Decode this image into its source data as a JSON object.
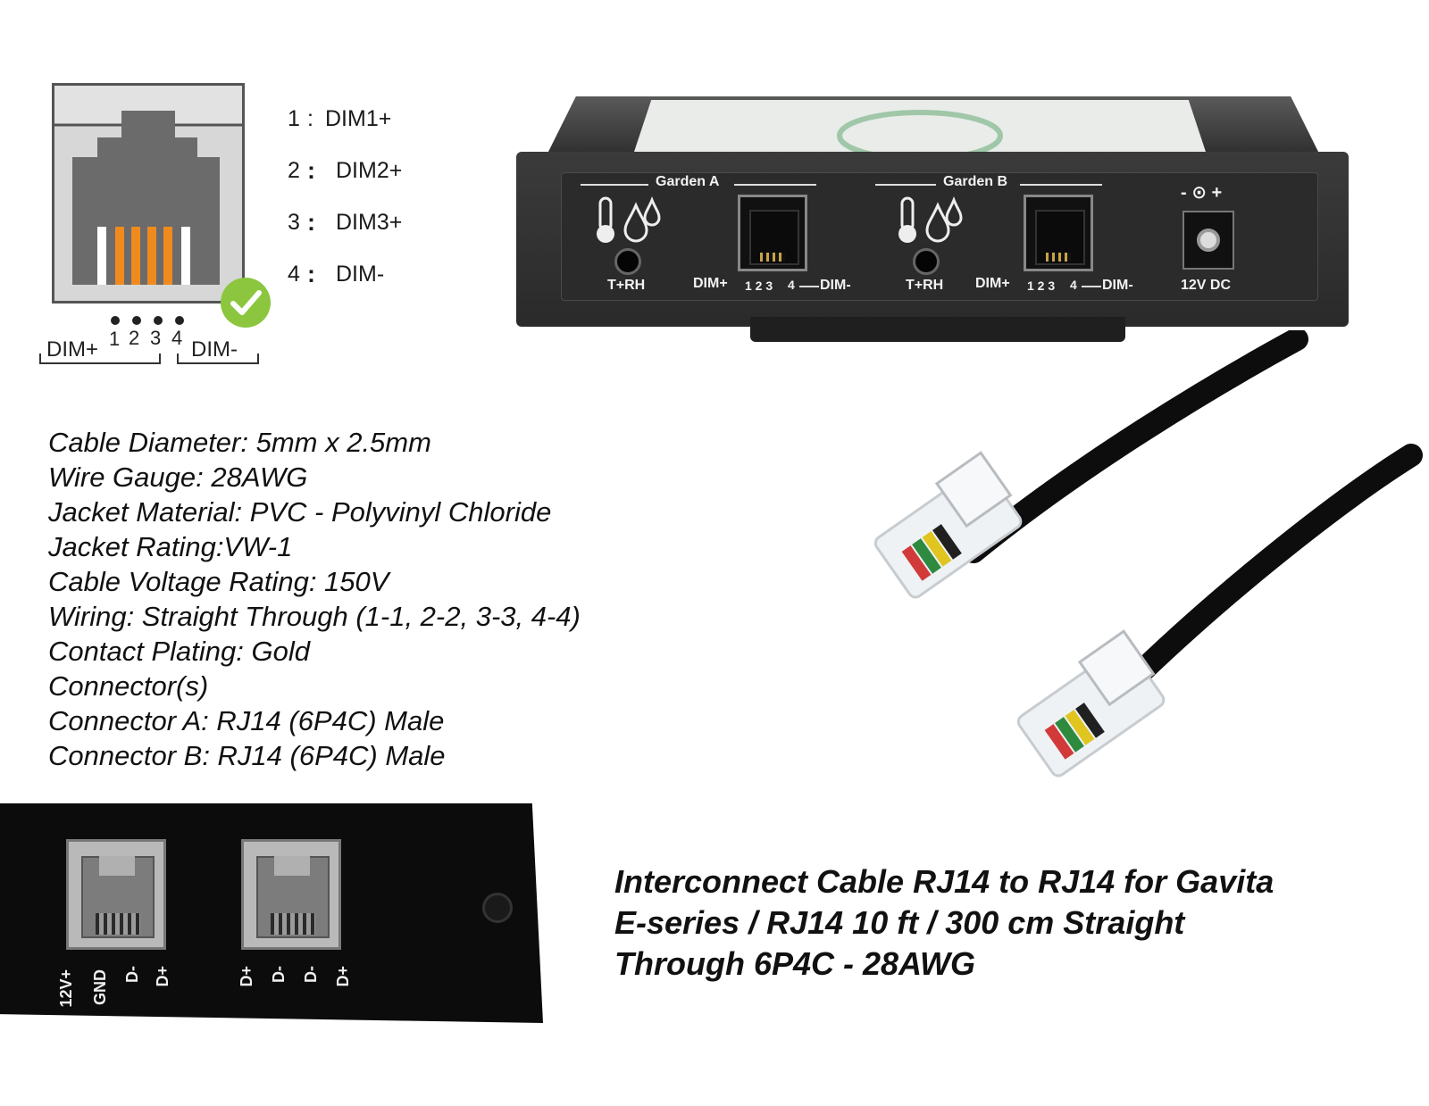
{
  "pinout": {
    "pins": [
      {
        "num": "1",
        "label": "DIM1+"
      },
      {
        "num": "2",
        "label": "DIM2+"
      },
      {
        "num": "3",
        "label": "DIM3+"
      },
      {
        "num": "4",
        "label": "DIM-"
      }
    ],
    "pin_numbers": [
      "1",
      "2",
      "3",
      "4"
    ],
    "left_group_label": "DIM+",
    "right_group_label": "DIM-"
  },
  "device": {
    "garden_a": "Garden A",
    "garden_b": "Garden B",
    "sensor_label": "T+RH",
    "dim_plus": "DIM+",
    "dim_pins": "1 2 3",
    "dim_pin4": "4",
    "dim_minus": "DIM-",
    "power_polarity": "- ⊙ +",
    "power_label": "12V DC"
  },
  "specs": [
    "Cable Diameter: 5mm x 2.5mm",
    "Wire Gauge:   28AWG",
    "Jacket Material:   PVC - Polyvinyl Chloride",
    "Jacket Rating:VW-1",
    "Cable Voltage Rating:   150V",
    "Wiring:  Straight Through (1-1, 2-2, 3-3, 4-4)",
    "Contact Plating:   Gold",
    "Connector(s)",
    "Connector A:  RJ14 (6P4C) Male",
    "Connector B:  RJ14 (6P4C) Male"
  ],
  "panel": {
    "left_labels": [
      "12V+",
      "GND",
      "D-",
      "D+"
    ],
    "right_labels": [
      "D+",
      "D-",
      "D-",
      "D+"
    ]
  },
  "title": {
    "line1": "Interconnect Cable RJ14 to RJ14 for Gavita",
    "line2": "E-series / RJ14 10 ft / 300 cm Straight",
    "line3": "Through 6P4C - 28AWG"
  },
  "colors": {
    "wire_orange": "#f08a1e",
    "check_green": "#8cc63f",
    "cable_black": "#0d0d0d"
  }
}
